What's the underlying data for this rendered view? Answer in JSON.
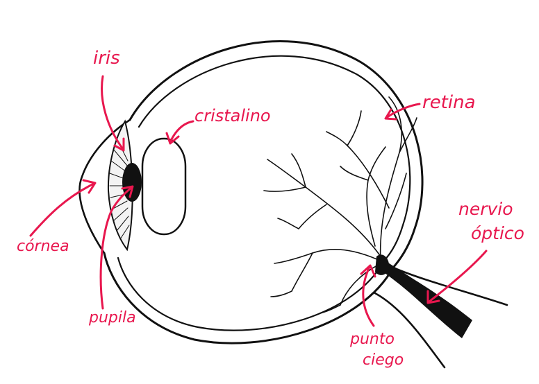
{
  "labels": {
    "iris": "iris",
    "cristalino": "cristalino",
    "retina": "retina",
    "nervio_line1": "nervio",
    "nervio_line2": "óptico",
    "cornea": "córnea",
    "pupila": "pupila",
    "punto_line1": "punto",
    "punto_line2": "ciego"
  },
  "colors": {
    "label_color": "#e8174e",
    "ink": "#111111",
    "background": "#ffffff"
  }
}
